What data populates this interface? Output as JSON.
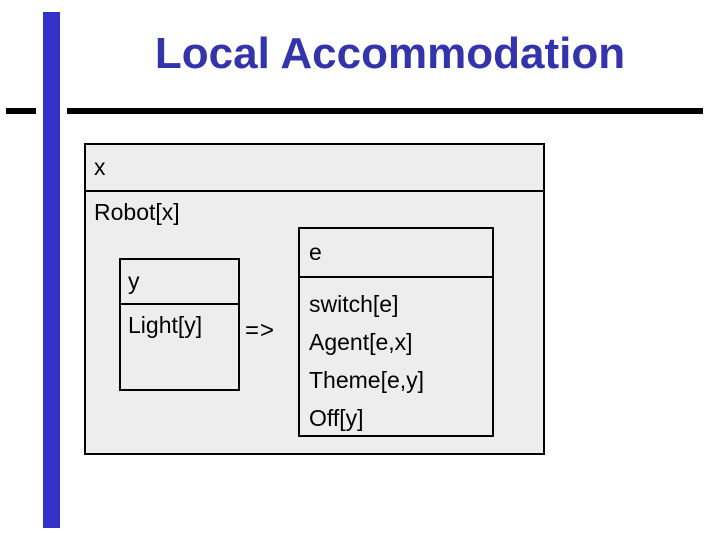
{
  "slide": {
    "title": "Local Accommodation",
    "colors": {
      "accent_blue": "#3333CC",
      "title_blue": "#3333AC",
      "box_fill": "#EDEDED",
      "line_black": "#000000"
    },
    "drs": {
      "outer": {
        "referents": "x",
        "conditions": [
          "Robot[x]"
        ]
      },
      "antecedent": {
        "referents": "y",
        "conditions": [
          "Light[y]"
        ]
      },
      "connective": "=>",
      "consequent": {
        "referents": "e",
        "conditions": [
          "switch[e]",
          "Agent[e,x]",
          "Theme[e,y]",
          "Off[y]"
        ]
      }
    }
  }
}
